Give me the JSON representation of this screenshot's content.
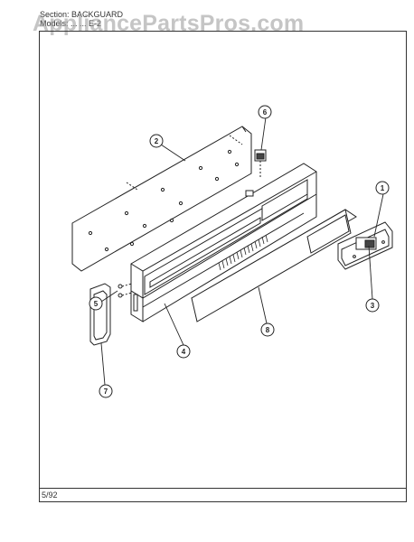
{
  "header": {
    "section_line": "Section:  BACKGUARD",
    "models_line": "Models:  ...  ... E-2"
  },
  "watermark": "AppliancePartsPros.com",
  "footer": {
    "date_code": "5/92"
  },
  "callouts": [
    "1",
    "2",
    "3",
    "4",
    "5",
    "6",
    "7",
    "8"
  ]
}
